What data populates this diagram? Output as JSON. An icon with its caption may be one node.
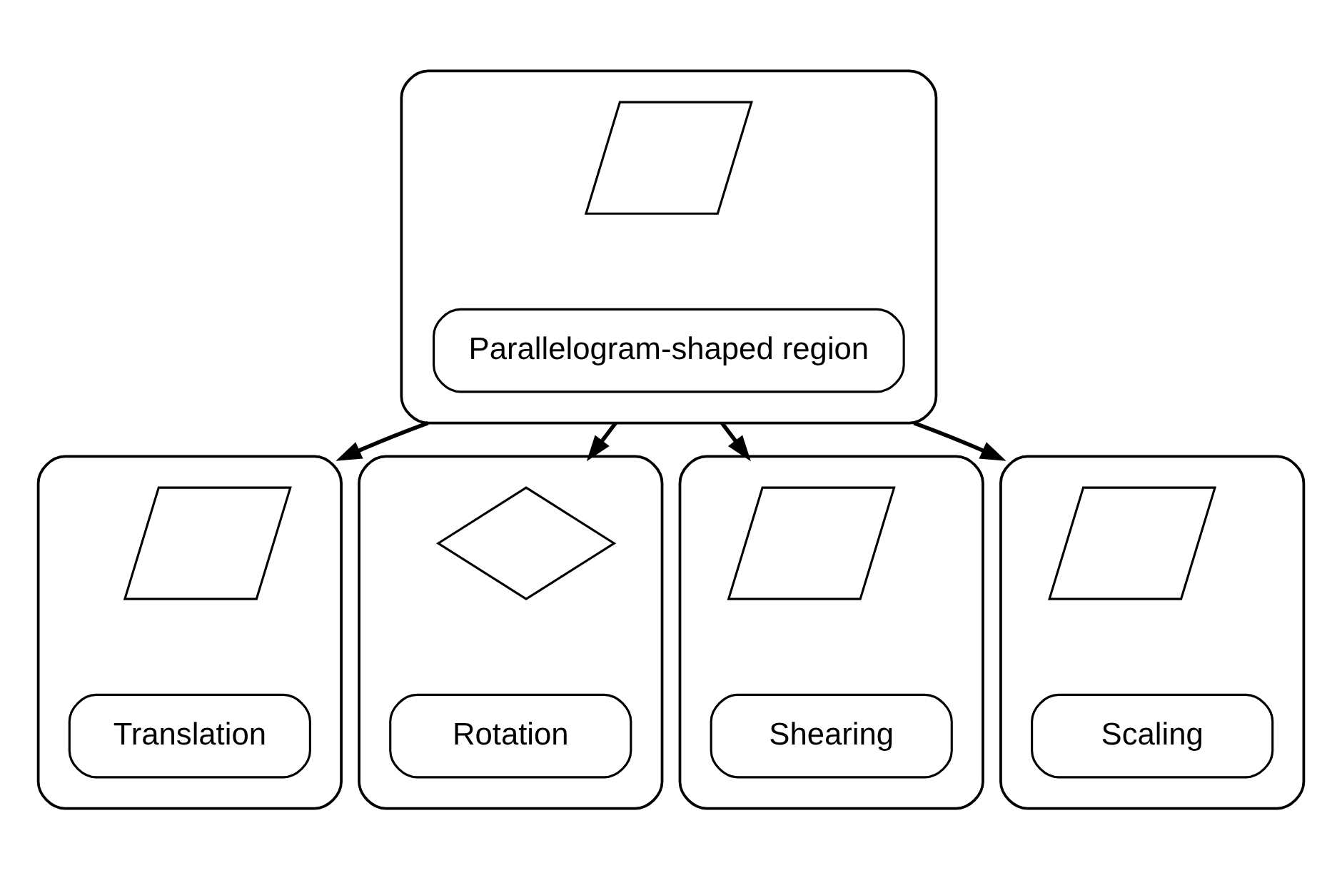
{
  "diagram": {
    "nodes": [
      {
        "text": [],
        "shape": "box"
      },
      {
        "text": [],
        "shape": "parallelogram",
        "in": 0
      },
      {
        "text": [
          "Parallelogram-shaped region"
        ],
        "in": 0
      },
      {
        "text": [],
        "shape": "box"
      },
      {
        "text": [],
        "shape": "parallelogram",
        "in": 3
      },
      {
        "text": [
          "Translation"
        ],
        "in": 3
      },
      {
        "text": [],
        "shape": "box"
      },
      {
        "text": [],
        "shape": "diamond",
        "in": 6
      },
      {
        "text": [
          "Rotation"
        ],
        "in": 6
      },
      {
        "text": [],
        "shape": "box"
      },
      {
        "text": [],
        "shape": "parallelogram",
        "in": 9
      },
      {
        "text": [
          "Shearing"
        ],
        "in": 9
      },
      {
        "text": [],
        "shape": "box"
      },
      {
        "text": [],
        "shape": "parallelogram",
        "in": 12
      },
      {
        "text": [
          "Scaling"
        ],
        "in": 12
      }
    ],
    "edges": [
      {
        "from": 0,
        "to": 3,
        "arrow": "to"
      },
      {
        "from": 0,
        "to": 6,
        "arrow": "to"
      },
      {
        "from": 0,
        "to": 9,
        "arrow": "to"
      },
      {
        "from": 0,
        "to": 12,
        "arrow": "to"
      }
    ]
  }
}
